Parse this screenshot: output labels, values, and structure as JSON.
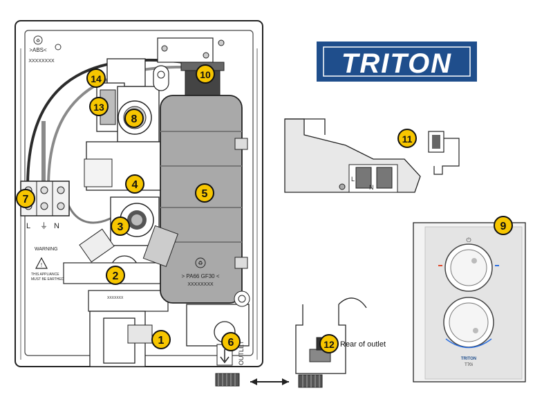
{
  "brand": {
    "logo_text": "TRITON",
    "logo_bg": "#1f4e8c",
    "logo_fg": "#ffffff"
  },
  "colors": {
    "callout_fill": "#f7c600",
    "callout_stroke": "#111111",
    "line": "#333333",
    "heater_fill": "#a9a9a9",
    "wire_dark": "#2b2b2b",
    "wire_grey": "#8a8a8a",
    "panel_fill": "#e8e8e8"
  },
  "callouts": [
    {
      "id": "1",
      "label": "1"
    },
    {
      "id": "2",
      "label": "2"
    },
    {
      "id": "3",
      "label": "3"
    },
    {
      "id": "4",
      "label": "4"
    },
    {
      "id": "5",
      "label": "5"
    },
    {
      "id": "6",
      "label": "6"
    },
    {
      "id": "7",
      "label": "7"
    },
    {
      "id": "8",
      "label": "8"
    },
    {
      "id": "9",
      "label": "9"
    },
    {
      "id": "10",
      "label": "10"
    },
    {
      "id": "11",
      "label": "11"
    },
    {
      "id": "12",
      "label": "12"
    },
    {
      "id": "13",
      "label": "13"
    },
    {
      "id": "14",
      "label": "14"
    }
  ],
  "texts": {
    "rear_of_outlet": "Rear of outlet",
    "abs_mark": ">ABS<",
    "serial_top": "XXXXXXXX",
    "terminal_l": "L",
    "terminal_n": "N",
    "warning_title": "WARNING",
    "warning_line1": "THIS APPLIANCE",
    "warning_line2": "MUST BE EARTHED",
    "heater_mark": "> PA66 GF30 <",
    "heater_serial": "XXXXXXXX",
    "outlet_text": "OUTLET",
    "inset_l": "L",
    "inset_n": "N",
    "control_brand": "TRITON",
    "control_model": "T70i"
  }
}
